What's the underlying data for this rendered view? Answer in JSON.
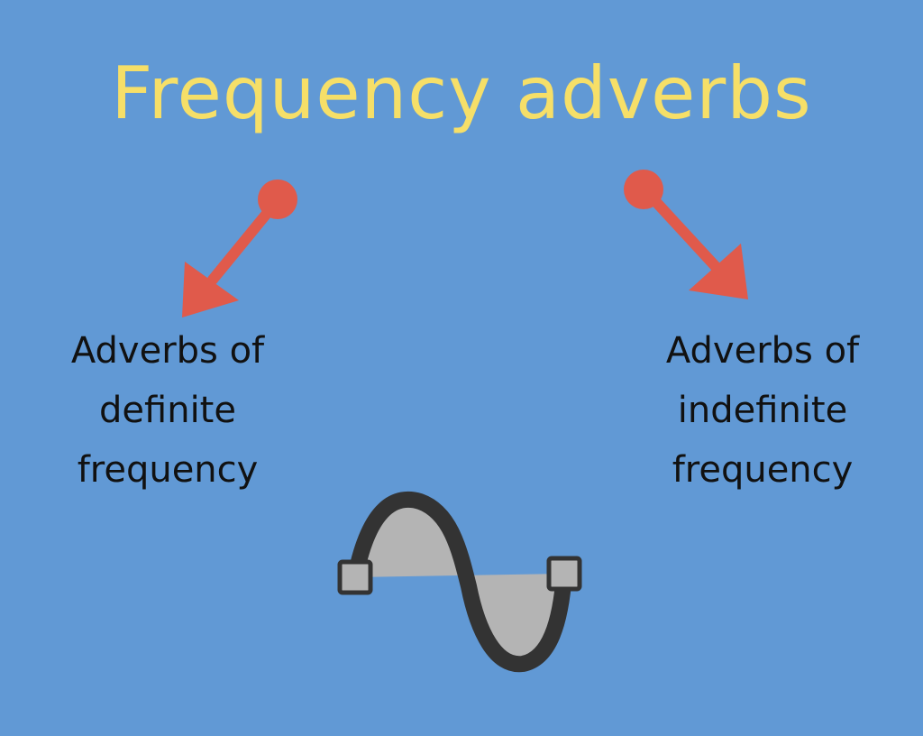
{
  "title": "Frequency adverbs",
  "colors": {
    "background": "#6199d5",
    "title": "#f6df68",
    "arrow": "#e05a4b",
    "text": "#111111",
    "wave_stroke": "#333333",
    "wave_fill": "#b4b4b4"
  },
  "branches": [
    {
      "lines": [
        "Adverbs of",
        "definite",
        "frequency"
      ]
    },
    {
      "lines": [
        "Adverbs of",
        "indefinite",
        "frequency"
      ]
    }
  ],
  "icons": {
    "left_arrow": "arrow-down-left-icon",
    "right_arrow": "arrow-down-right-icon",
    "wave": "sine-wave-icon"
  }
}
